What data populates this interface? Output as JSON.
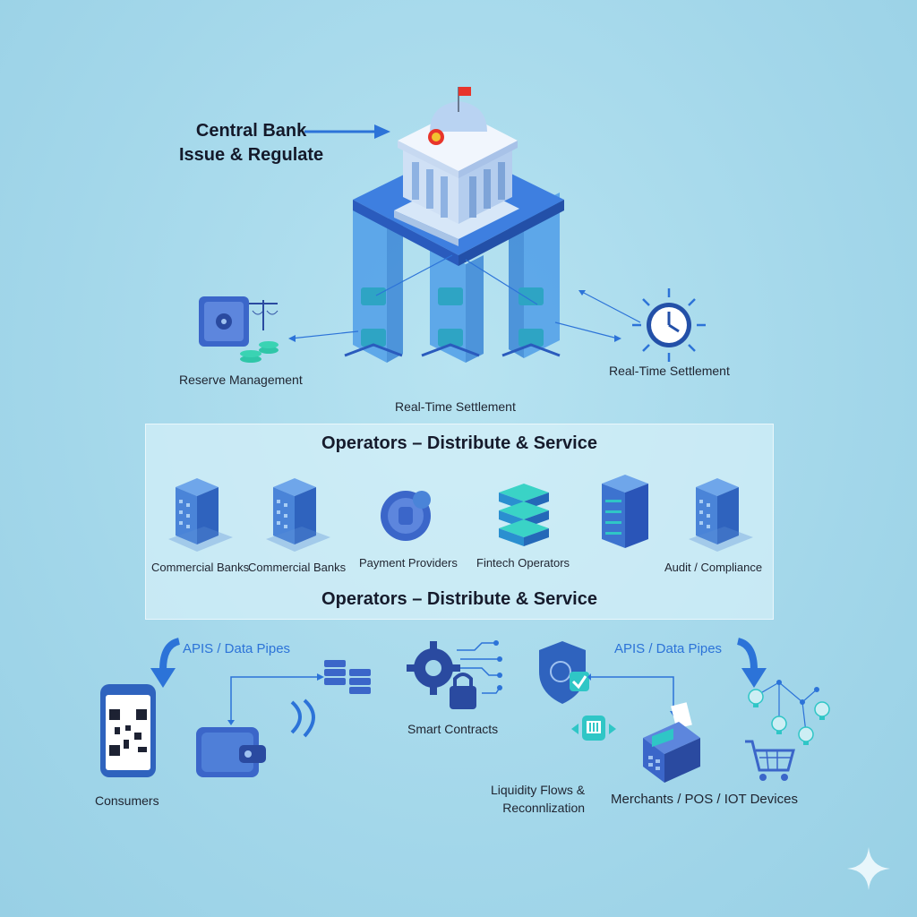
{
  "central_bank": {
    "title_line1": "Central Bank",
    "title_line2": "Issue & Regulate",
    "flag_color": "#e8352b"
  },
  "top_labels": {
    "reserve_management": "Reserve Management",
    "real_time_settlement_right": "Real-Time Settlement",
    "real_time_settlement_center": "Real-Time Settlement"
  },
  "operators_panel": {
    "title_top": "Operators – Distribute & Service",
    "title_bottom": "Operators – Distribute & Service",
    "items": [
      {
        "label": "Commercial Banks",
        "icon": "building-icon"
      },
      {
        "label": "Commercial Banks",
        "icon": "building-icon"
      },
      {
        "label": "Payment Providers",
        "icon": "payment-coin-icon"
      },
      {
        "label": "Fintech Operators",
        "icon": "fintech-blocks-icon"
      },
      {
        "label": "Audit / Compliance",
        "icon": "server-rack-icon"
      }
    ]
  },
  "bottom": {
    "apis_left": "APIS / Data Pipes",
    "apis_right": "APIS / Data Pipes",
    "consumers": "Consumers",
    "smart_contracts": "Smart Contracts",
    "liquidity_line1": "Liquidity Flows &",
    "liquidity_line2": "Reconnlization",
    "merchants": "Merchants / POS / IOT Devices"
  },
  "colors": {
    "accent_blue": "#2c73d8",
    "dark_blue": "#2a55b8",
    "teal": "#2fc6c6"
  }
}
